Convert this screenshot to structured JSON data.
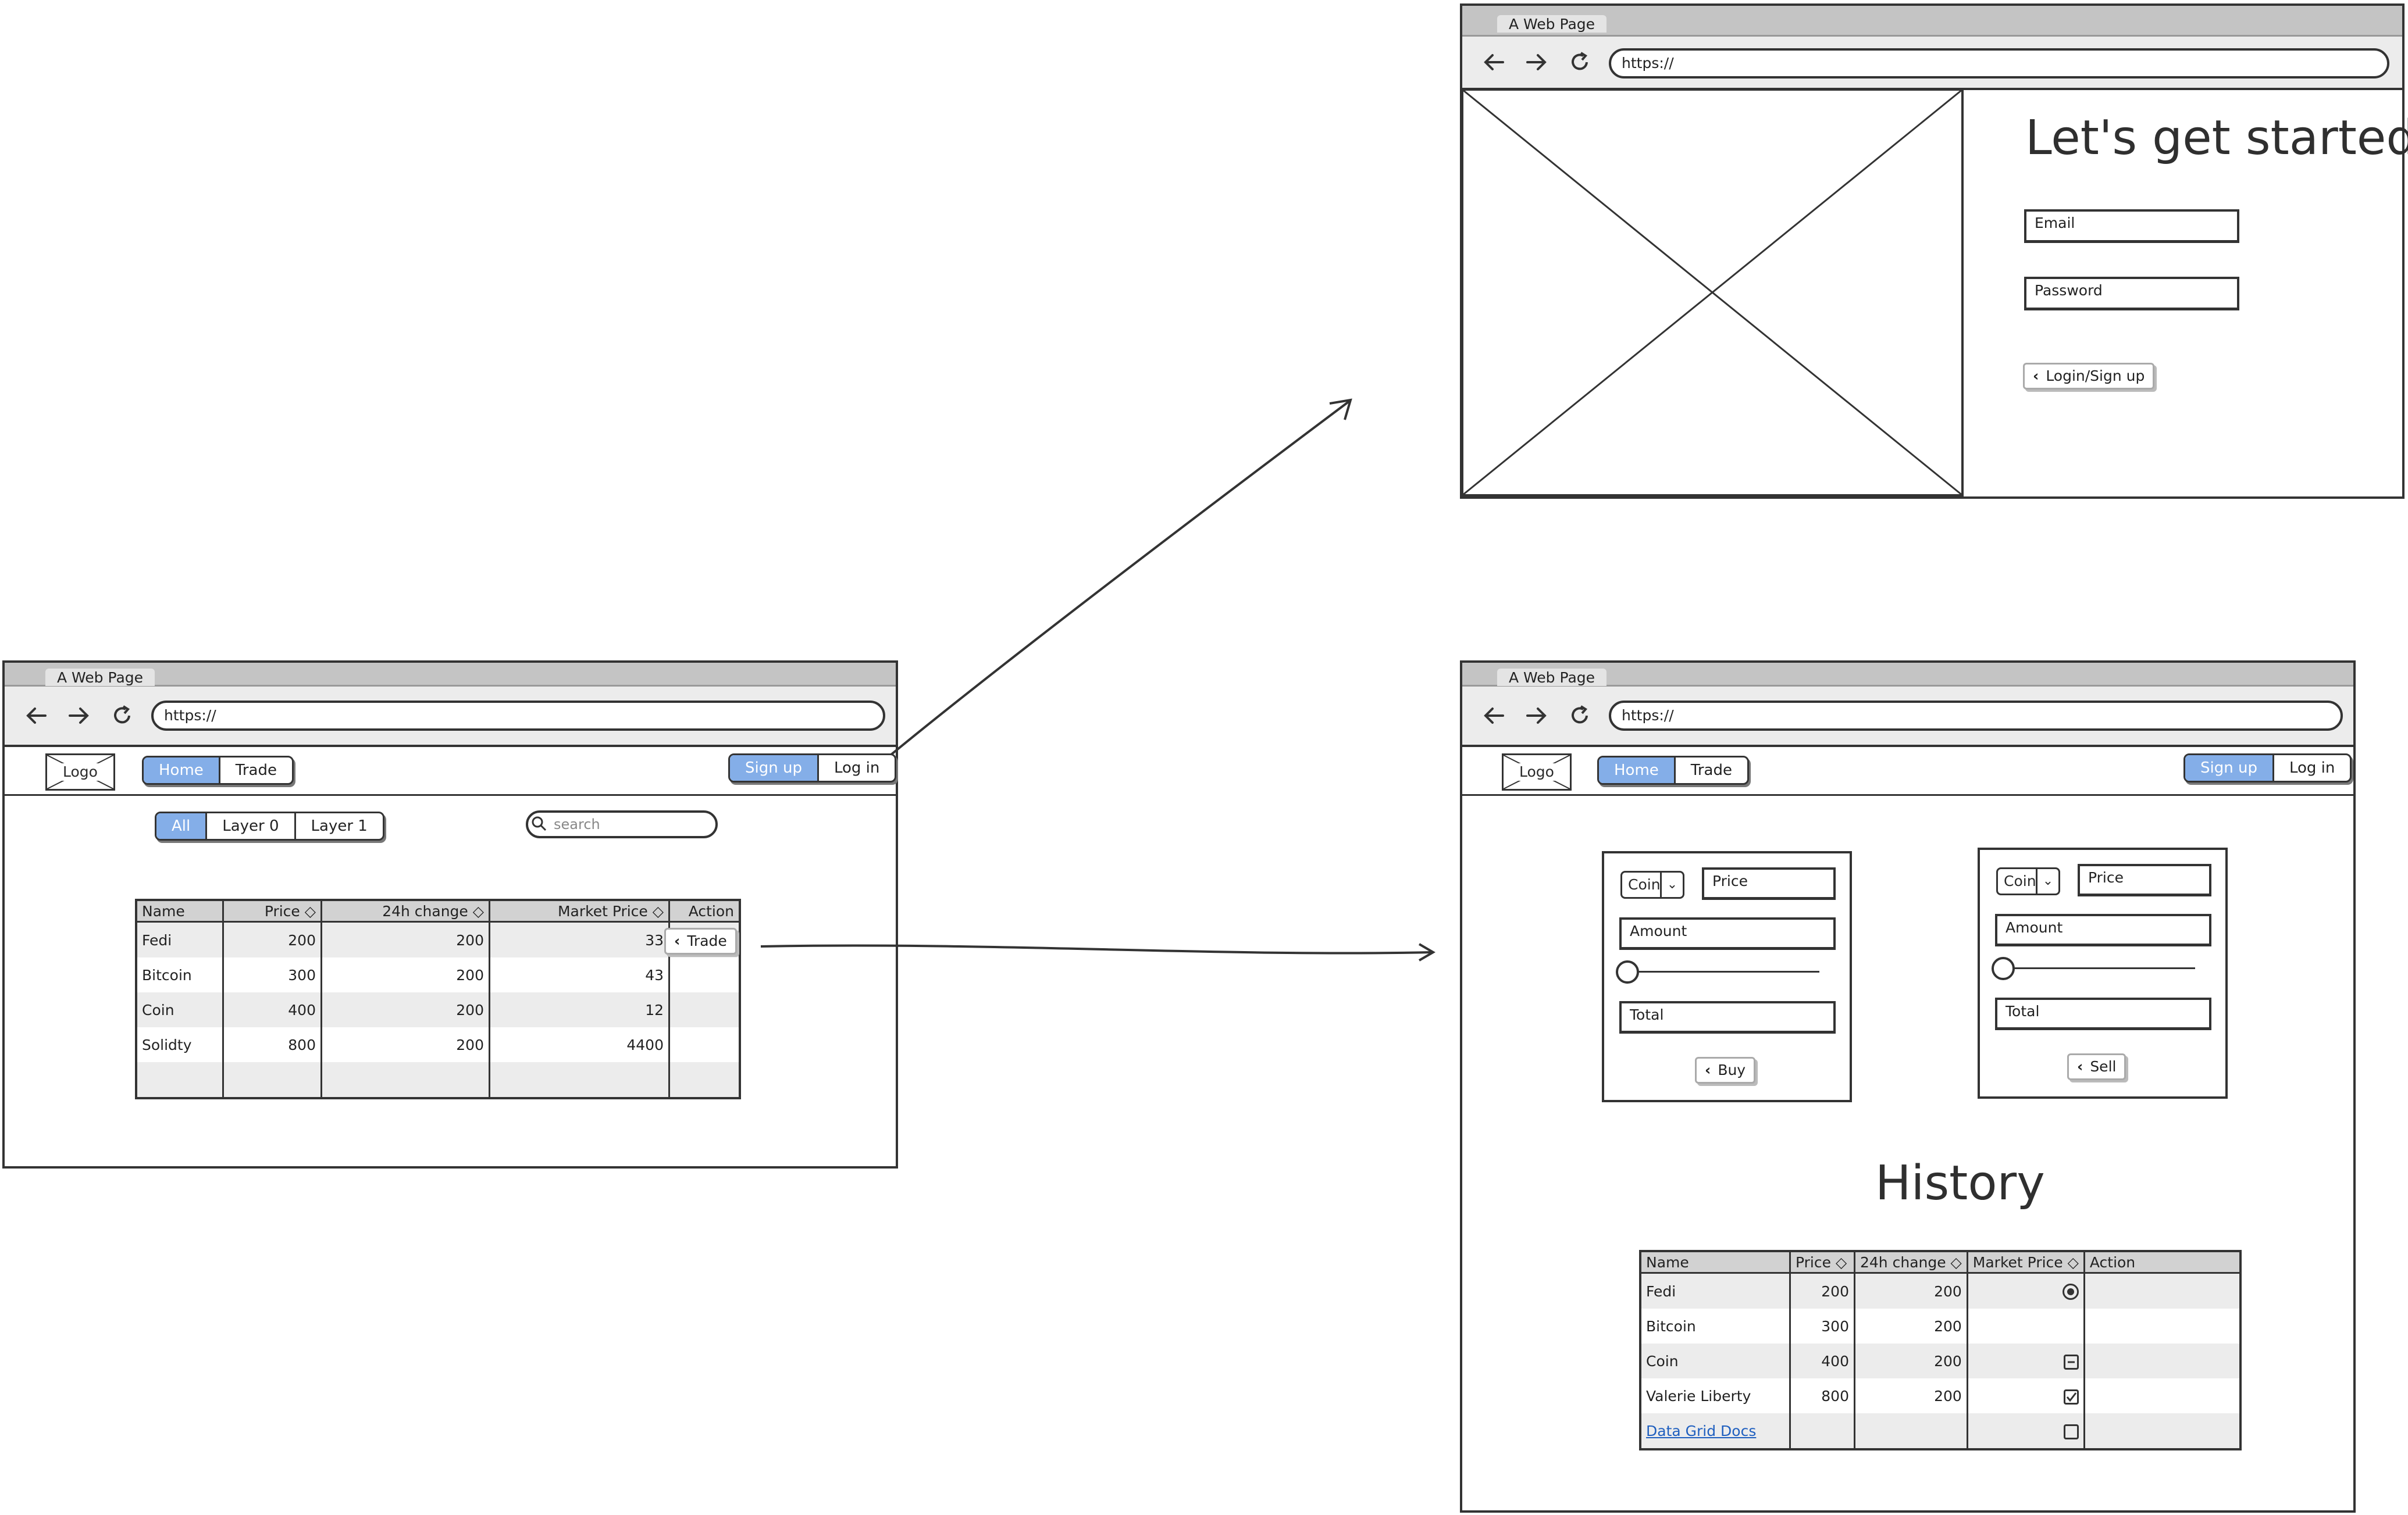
{
  "colors": {
    "accent": "#84aee8",
    "line": "#333333",
    "header_bg": "#d2d2d2",
    "row_alt": "#ececec"
  },
  "browser": {
    "tab_title": "A Web Page",
    "url": "https://",
    "icons": [
      "back-arrow-icon",
      "forward-arrow-icon",
      "reload-icon"
    ]
  },
  "main_page": {
    "logo": "Logo",
    "nav": [
      "Home",
      "Trade"
    ],
    "auth": [
      "Sign up",
      "Log in"
    ],
    "filters": [
      "All",
      "Layer 0",
      "Layer 1"
    ],
    "search_placeholder": "search",
    "table": {
      "columns": [
        "Name",
        "Price",
        "24h change",
        "Market Price",
        "Action"
      ],
      "rows": [
        [
          "Fedi",
          "200",
          "200",
          "33"
        ],
        [
          "Bitcoin",
          "300",
          "200",
          "43"
        ],
        [
          "Coin",
          "400",
          "200",
          "12"
        ],
        [
          "Solidty",
          "800",
          "200",
          "4400"
        ]
      ],
      "action_button": "Trade"
    }
  },
  "login_page": {
    "heading": "Let's get started",
    "email_placeholder": "Email",
    "password_placeholder": "Password",
    "submit": "Login/Sign up"
  },
  "trade_page": {
    "logo": "Logo",
    "nav": [
      "Home",
      "Trade"
    ],
    "auth": [
      "Sign up",
      "Log in"
    ],
    "buy_form": {
      "coin": "Coin",
      "price": "Price",
      "amount": "Amount",
      "total": "Total",
      "button": "Buy"
    },
    "sell_form": {
      "coin": "Coin",
      "price": "Price",
      "amount": "Amount",
      "total": "Total",
      "button": "Sell"
    },
    "history_title": "History",
    "history": {
      "columns": [
        "Name",
        "Price",
        "24h change",
        "Market Price",
        "Action"
      ],
      "rows": [
        [
          "Fedi",
          "200",
          "200"
        ],
        [
          "Bitcoin",
          "300",
          "200"
        ],
        [
          "Coin",
          "400",
          "200"
        ],
        [
          "Valerie Liberty",
          "800",
          "200"
        ]
      ],
      "footer_link": "Data Grid Docs"
    }
  }
}
